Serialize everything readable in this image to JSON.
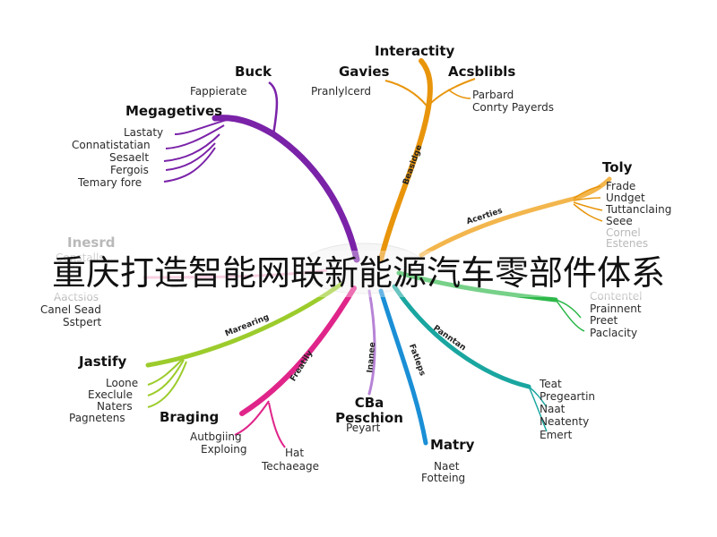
{
  "title": "重庆打造智能网联新能源汽车零部件体系",
  "colors": {
    "purple": "#7a22a8",
    "orange": "#e8950c",
    "lightorange": "#f3b64d",
    "green": "#2eb84a",
    "lime": "#9ccc2c",
    "magenta": "#e0258a",
    "violet": "#b783d6",
    "blue": "#1a8fd6",
    "teal": "#1aa6a0",
    "pink": "#f1a7c8"
  },
  "groups": {
    "buck": {
      "head": "Buck",
      "leaves": [
        "Fappierate"
      ]
    },
    "megagetives": {
      "head": "Megagetives",
      "leaves": [
        "Lastaty",
        "Connatistatian",
        "Sesaelt",
        "Fergois",
        "Temary fore"
      ]
    },
    "gavies": {
      "head": "Gavies",
      "leaves": [
        "Pranlylcerd"
      ]
    },
    "interactity": {
      "head": "Interactity"
    },
    "acsblibls": {
      "head": "Acsblibls",
      "leaves": [
        "Parbard",
        "Conrty Payerds"
      ]
    },
    "toly": {
      "head": "Toly",
      "leaves": [
        "Frade",
        "Undget",
        "Tuttanclaing",
        "Seee",
        "Cornel",
        "Estenes"
      ]
    },
    "inesrd": {
      "head": "Inesrd",
      "leaves": [
        "Constalls",
        "Aactsios",
        "Canel Sead",
        "Sstpert"
      ]
    },
    "contents": {
      "leaves": [
        "Contentel",
        "Prainnent",
        "Preet",
        "Paclacity"
      ]
    },
    "jastify": {
      "head": "Jastify",
      "leaves": [
        "Loone",
        "Execlule",
        "Naters",
        "Pagnetens"
      ]
    },
    "braging": {
      "head": "Braging",
      "leaves": [
        "Autbgiing",
        "Exploing"
      ]
    },
    "hat": {
      "leaves": [
        "Hat",
        "Techaeage"
      ]
    },
    "cba": {
      "head": "CBa Peschion",
      "leaves": [
        "Peyart"
      ]
    },
    "matry": {
      "head": "Matry",
      "leaves": [
        "Naet",
        "Fotteing"
      ]
    },
    "test": {
      "leaves": [
        "Teat",
        "Pregeartin",
        "Naat",
        "Neatenty",
        "Emert"
      ]
    }
  },
  "branch_labels": {
    "orange": "Beasidge",
    "lightorange": "Acerties",
    "lime": "Marearing",
    "magenta": "Freatily",
    "violet": "Inanee",
    "blue": "Fatleps",
    "green": "Panntan"
  }
}
